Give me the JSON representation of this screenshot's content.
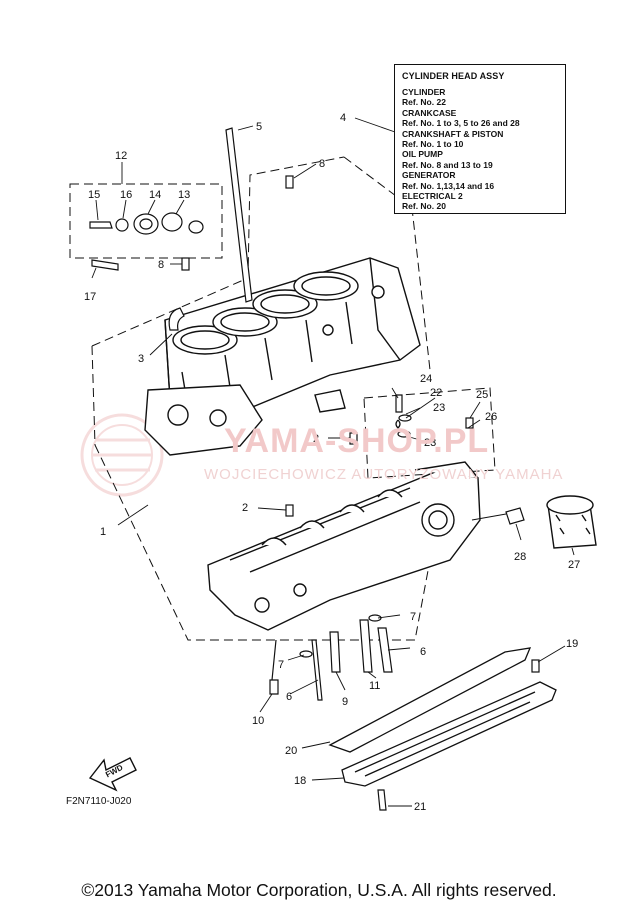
{
  "legend": {
    "title": "CYLINDER HEAD ASSY",
    "groups": [
      {
        "name": "CYLINDER",
        "ref": "Ref. No. 22"
      },
      {
        "name": "CRANKCASE",
        "ref": "Ref. No. 1 to 3, 5 to 26 and 28"
      },
      {
        "name": "CRANKSHAFT & PISTON",
        "ref": "Ref. No. 1 to 10"
      },
      {
        "name": "OIL PUMP",
        "ref": "Ref. No. 8 and 13 to 19"
      },
      {
        "name": "GENERATOR",
        "ref": "Ref. No. 1,13,14 and 16"
      },
      {
        "name": "ELECTRICAL 2",
        "ref": "Ref. No. 20"
      }
    ]
  },
  "callouts": [
    "1",
    "2",
    "2",
    "3",
    "4",
    "5",
    "6",
    "6",
    "7",
    "7",
    "8",
    "8",
    "9",
    "10",
    "11",
    "12",
    "13",
    "14",
    "15",
    "16",
    "17",
    "18",
    "19",
    "20",
    "21",
    "22",
    "23",
    "23",
    "24",
    "25",
    "26",
    "27",
    "28"
  ],
  "fwd_label": "FWD",
  "diagram_code": "F2N7110-J020",
  "watermark": {
    "line1": "YAMA-SHOP.PL",
    "line2": "WOJCIECHOWICZ AUTORYZOWANY YAMAHA"
  },
  "copyright": "©2013 Yamaha Motor Corporation, U.S.A. All rights reserved.",
  "colors": {
    "ink": "#111111",
    "watermark": "#e8a0a0",
    "paper": "#ffffff"
  }
}
